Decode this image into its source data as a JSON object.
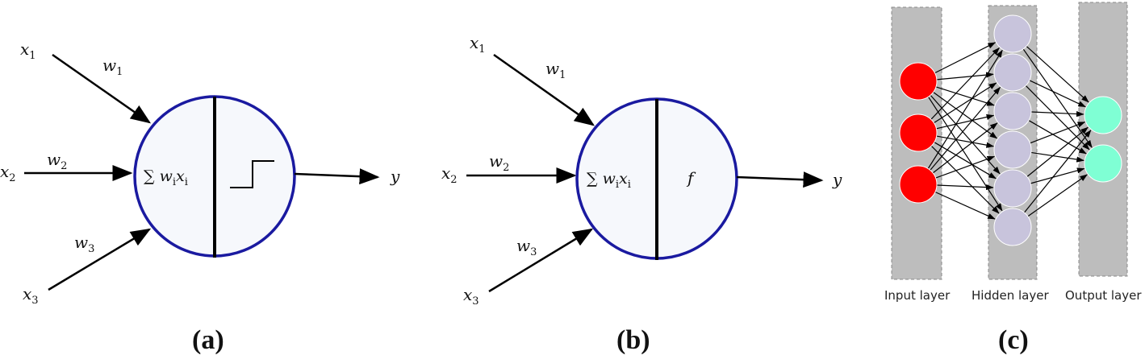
{
  "panel_a": {
    "inputs": [
      "x",
      "x",
      "x"
    ],
    "input_subs": [
      "1",
      "2",
      "3"
    ],
    "weights": [
      "w",
      "w",
      "w"
    ],
    "weight_subs": [
      "1",
      "2",
      "3"
    ],
    "sum_label": "∑ w",
    "sum_sub": "i",
    "sum_x": "x",
    "output": "y",
    "caption": "(a)"
  },
  "panel_b": {
    "inputs": [
      "x",
      "x",
      "x"
    ],
    "input_subs": [
      "1",
      "2",
      "3"
    ],
    "weights": [
      "w",
      "w",
      "w"
    ],
    "weight_subs": [
      "1",
      "2",
      "3"
    ],
    "sum_label": "∑ w",
    "sum_sub": "i",
    "sum_x": "x",
    "activation": "f",
    "output": "y",
    "caption": "(b)"
  },
  "panel_c": {
    "layers": [
      "Input layer",
      "Hidden layer",
      "Output layer"
    ],
    "neurons": {
      "input": 3,
      "hidden": 6,
      "output": 2
    },
    "colors": {
      "input": "#ff0000",
      "hidden": "#c8c4dc",
      "output": "#7fffd4",
      "column": "#bdbdbd"
    },
    "caption": "(c)"
  }
}
